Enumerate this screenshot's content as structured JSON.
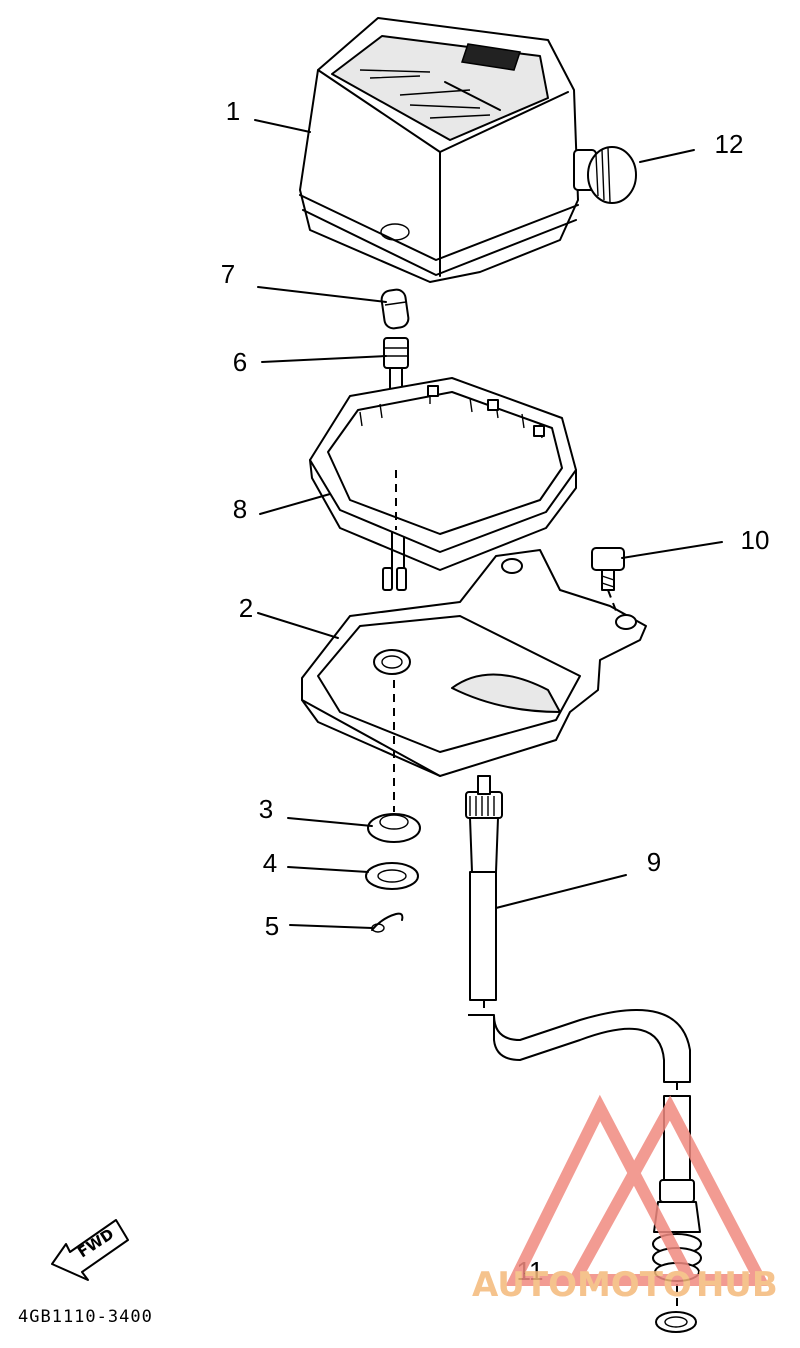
{
  "diagram": {
    "part_code": "4GB1110-3400",
    "fwd_label": "FWD",
    "callouts": [
      {
        "id": "1",
        "label": "1"
      },
      {
        "id": "2",
        "label": "2"
      },
      {
        "id": "3",
        "label": "3"
      },
      {
        "id": "4",
        "label": "4"
      },
      {
        "id": "5",
        "label": "5"
      },
      {
        "id": "6",
        "label": "6"
      },
      {
        "id": "7",
        "label": "7"
      },
      {
        "id": "8",
        "label": "8"
      },
      {
        "id": "9",
        "label": "9"
      },
      {
        "id": "10",
        "label": "10"
      },
      {
        "id": "11",
        "label": "11"
      },
      {
        "id": "12",
        "label": "12"
      }
    ]
  },
  "watermark": {
    "text_part1": "AUTOMOTO",
    "text_part2": "HUB",
    "color_primary": "#f08a80",
    "color_secondary": "#f4b97a"
  }
}
